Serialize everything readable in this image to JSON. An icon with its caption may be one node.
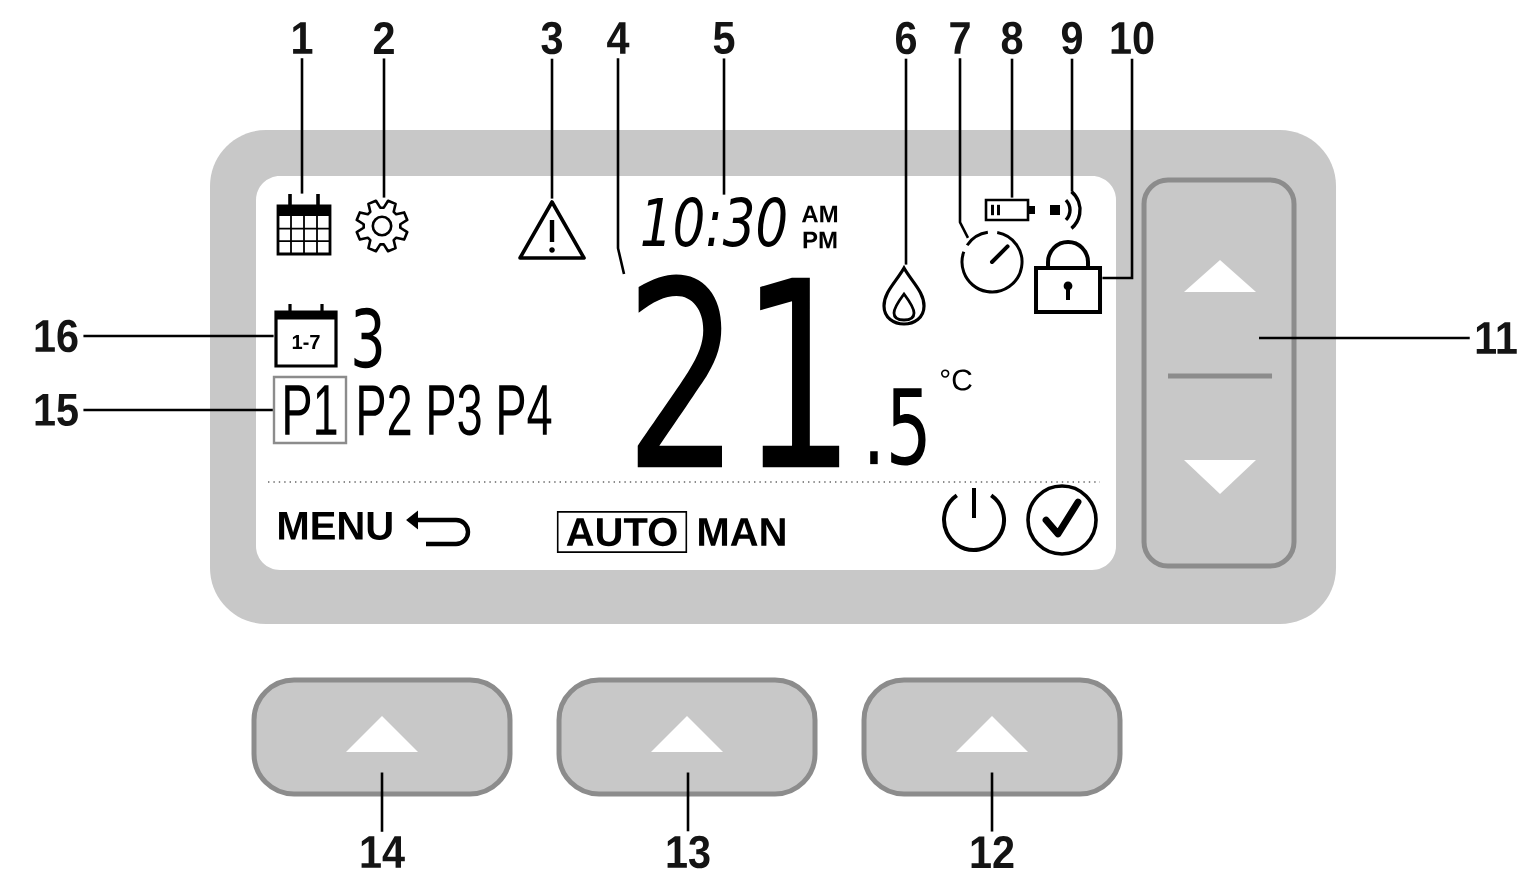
{
  "diagram": {
    "nodes": [
      {
        "text": [
          "1"
        ]
      },
      {
        "text": [
          "2"
        ]
      },
      {
        "text": [
          "3"
        ]
      },
      {
        "text": [
          "4"
        ]
      },
      {
        "text": [
          "5"
        ]
      },
      {
        "text": [
          "6"
        ]
      },
      {
        "text": [
          "7"
        ]
      },
      {
        "text": [
          "8"
        ]
      },
      {
        "text": [
          "9"
        ]
      },
      {
        "text": [
          "10"
        ]
      },
      {
        "text": [
          "16"
        ]
      },
      {
        "text": [
          "11"
        ]
      },
      {
        "text": [
          "15"
        ]
      },
      {
        "text": [
          "14"
        ]
      },
      {
        "text": [
          "13"
        ]
      },
      {
        "text": [
          "12"
        ]
      },
      {
        "text": [],
        "shape": "picture"
      },
      {
        "text": [],
        "shape": "picture"
      },
      {
        "text": [],
        "shape": "picture"
      },
      {
        "text": [
          "10:30"
        ]
      },
      {
        "text": [],
        "shape": "picture"
      },
      {
        "text": [],
        "shape": "picture"
      },
      {
        "text": [],
        "shape": "picture"
      },
      {
        "text": [],
        "shape": "picture"
      },
      {
        "text": [],
        "shape": "picture"
      },
      {
        "text": [
          "1-7"
        ]
      },
      {
        "text": [
          "21"
        ]
      },
      {
        "text": [
          "P1"
        ]
      },
      {
        "text": [
          "AUTO"
        ]
      },
      {
        "text": [],
        "shape": "box"
      },
      {
        "text": [],
        "shape": "box"
      },
      {
        "text": [],
        "shape": "box"
      },
      {
        "text": [],
        "shape": "box"
      }
    ],
    "edges": [
      {
        "from": 0,
        "to": 16,
        "arrow": "none"
      },
      {
        "from": 1,
        "to": 17,
        "arrow": "none"
      },
      {
        "from": 2,
        "to": 18,
        "arrow": "none"
      },
      {
        "from": 3,
        "to": 26,
        "arrow": "none"
      },
      {
        "from": 4,
        "to": 19,
        "arrow": "none"
      },
      {
        "from": 5,
        "to": 20,
        "arrow": "none"
      },
      {
        "from": 6,
        "to": 21,
        "arrow": "none"
      },
      {
        "from": 7,
        "to": 22,
        "arrow": "none"
      },
      {
        "from": 8,
        "to": 23,
        "arrow": "none"
      },
      {
        "from": 9,
        "to": 24,
        "arrow": "none"
      },
      {
        "from": 10,
        "to": 25,
        "arrow": "none"
      },
      {
        "from": 11,
        "to": 29,
        "arrow": "none"
      },
      {
        "from": 12,
        "to": 27,
        "arrow": "none"
      },
      {
        "from": 13,
        "to": 30,
        "arrow": "none"
      },
      {
        "from": 14,
        "to": 31,
        "arrow": "none"
      },
      {
        "from": 15,
        "to": 32,
        "arrow": "none"
      }
    ],
    "labels": [
      "AM",
      "PM",
      "3",
      "°C",
      "P2",
      "P3",
      "P4",
      ".5",
      "MENU",
      "MAN"
    ]
  }
}
